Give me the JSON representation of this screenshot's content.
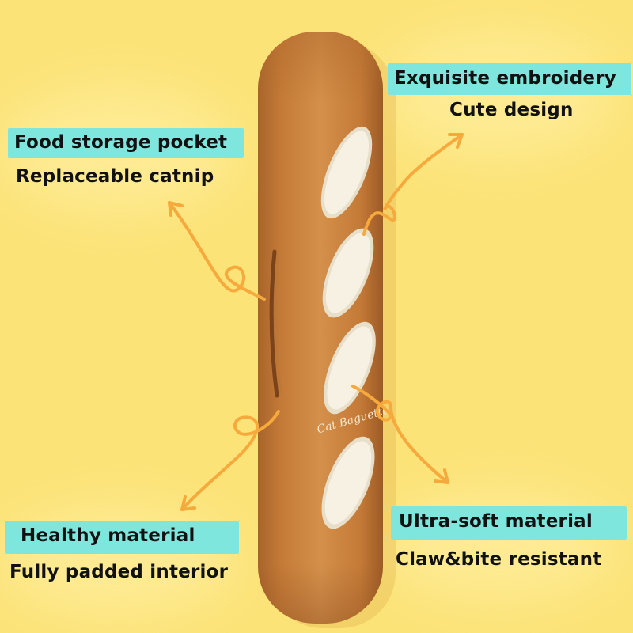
{
  "image": {
    "subject": "baguette-cat-toy",
    "embroidery_text": "Cat Baguette",
    "colors": {
      "background": "#fce378",
      "crust": "#c9833f",
      "crust_shadow": "#a8642c",
      "score_mark": "#f7f1e3",
      "arrow": "#f6a93c",
      "label_highlight": "#7fe6de",
      "text": "#111111"
    }
  },
  "callouts": {
    "top_left": {
      "title": "Food storage pocket",
      "subtitle": "Replaceable catnip"
    },
    "top_right": {
      "title": "Exquisite embroidery",
      "subtitle": "Cute design"
    },
    "bottom_left": {
      "title": "Healthy material",
      "subtitle": "Fully padded interior"
    },
    "bottom_right": {
      "title": "Ultra-soft material",
      "subtitle": "Claw&bite resistant"
    }
  }
}
